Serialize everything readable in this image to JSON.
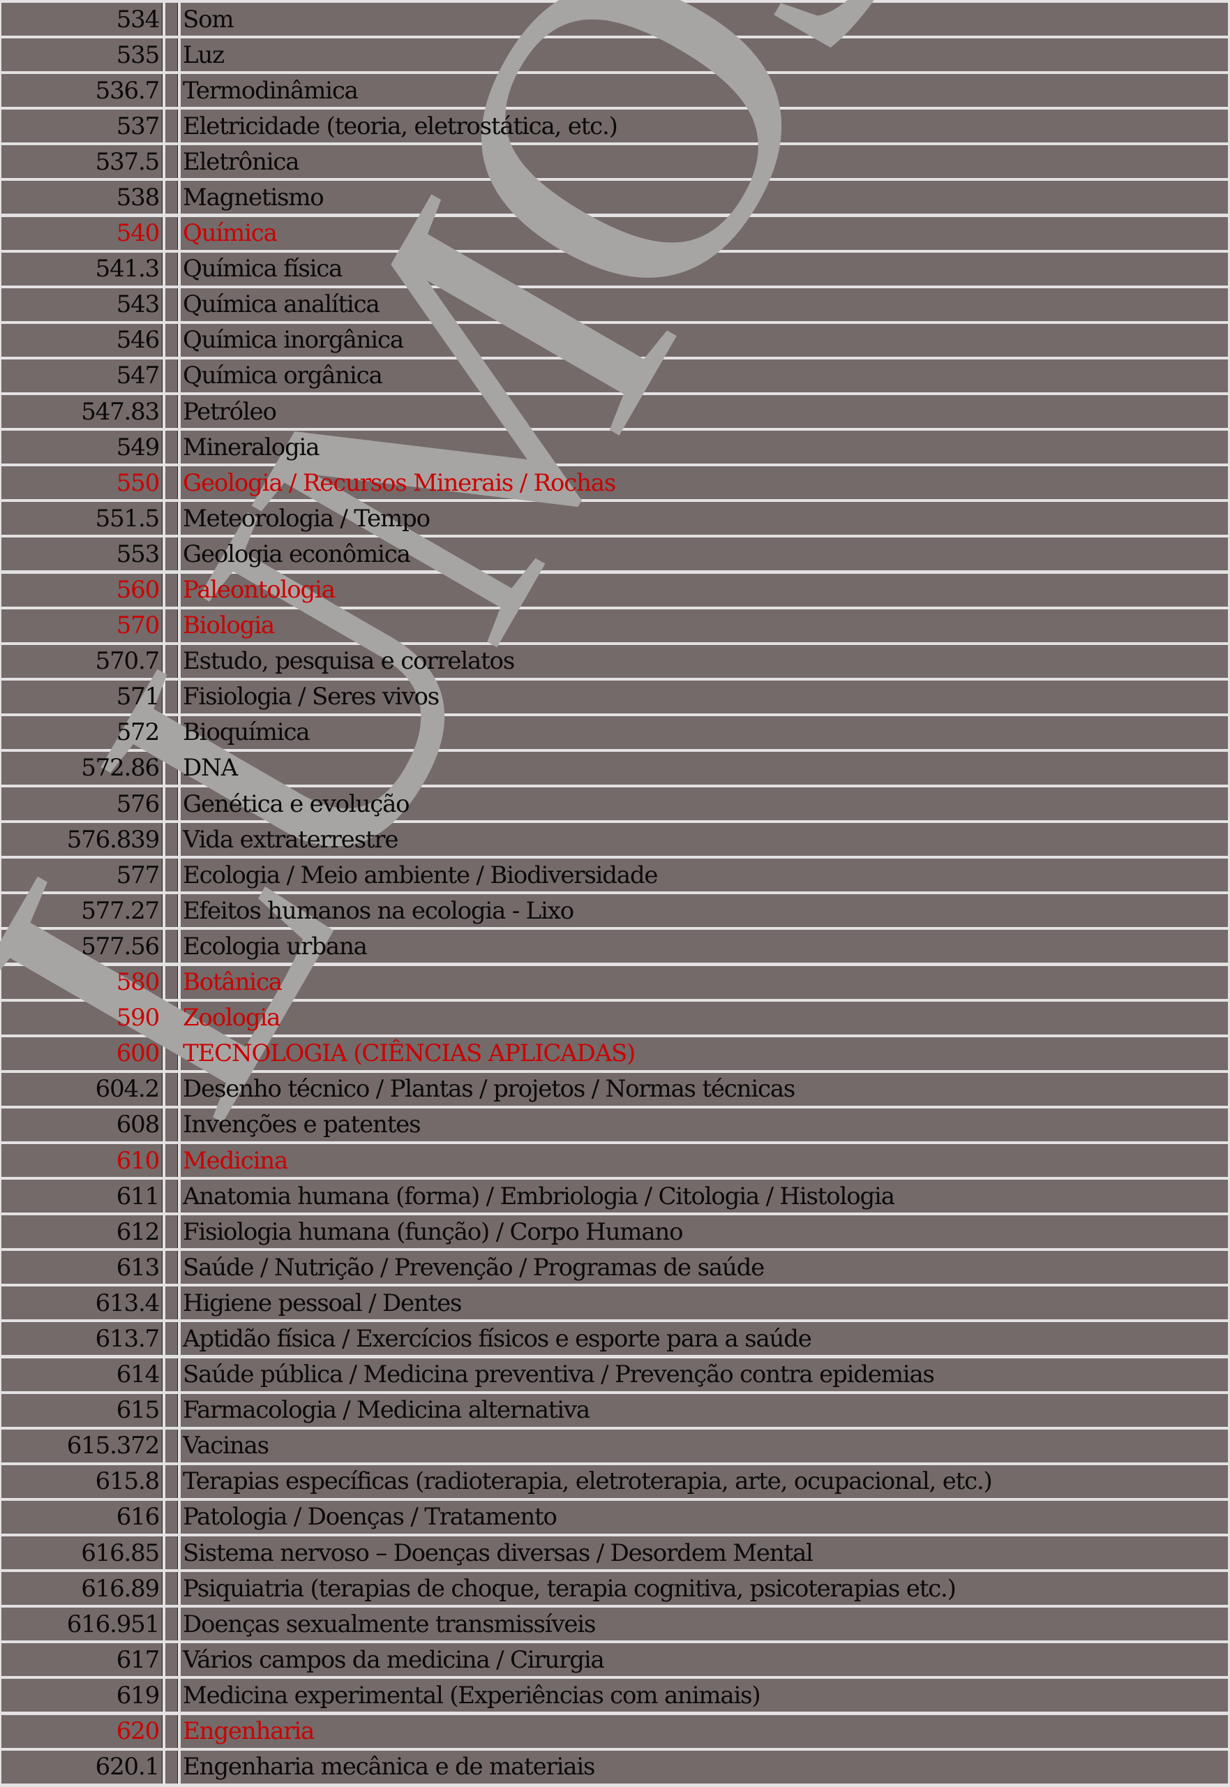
{
  "colors": {
    "cell_bg": "#736a69",
    "text": "#0b0909",
    "highlight": "#cc0000",
    "watermark": "#a7a5a3",
    "grid_line": "#e3e1e1"
  },
  "watermark": {
    "text": "LUMOS"
  },
  "rows": [
    {
      "code": "534",
      "label": "Som",
      "highlight": false
    },
    {
      "code": "535",
      "label": "Luz",
      "highlight": false
    },
    {
      "code": "536.7",
      "label": "Termodinâmica",
      "highlight": false
    },
    {
      "code": "537",
      "label": "Eletricidade (teoria, eletrostática, etc.)",
      "highlight": false
    },
    {
      "code": "537.5",
      "label": "Eletrônica",
      "highlight": false
    },
    {
      "code": "538",
      "label": "Magnetismo",
      "highlight": false
    },
    {
      "code": "540",
      "label": "Química",
      "highlight": true
    },
    {
      "code": "541.3",
      "label": "Química física",
      "highlight": false
    },
    {
      "code": "543",
      "label": "Química analítica",
      "highlight": false
    },
    {
      "code": "546",
      "label": "Química inorgânica",
      "highlight": false
    },
    {
      "code": "547",
      "label": "Química orgânica",
      "highlight": false
    },
    {
      "code": "547.83",
      "label": "Petróleo",
      "highlight": false
    },
    {
      "code": "549",
      "label": "Mineralogia",
      "highlight": false
    },
    {
      "code": "550",
      "label": "Geologia / Recursos Minerais / Rochas",
      "highlight": true
    },
    {
      "code": "551.5",
      "label": "Meteorologia / Tempo",
      "highlight": false
    },
    {
      "code": "553",
      "label": "Geologia econômica",
      "highlight": false
    },
    {
      "code": "560",
      "label": "Paleontologia",
      "highlight": true
    },
    {
      "code": "570",
      "label": "Biologia",
      "highlight": true
    },
    {
      "code": "570.7",
      "label": "Estudo, pesquisa e correlatos",
      "highlight": false
    },
    {
      "code": "571",
      "label": "Fisiologia / Seres vivos",
      "highlight": false
    },
    {
      "code": "572",
      "label": "Bioquímica",
      "highlight": false
    },
    {
      "code": "572.86",
      "label": "DNA",
      "highlight": false
    },
    {
      "code": "576",
      "label": "Genética e evolução",
      "highlight": false
    },
    {
      "code": "576.839",
      "label": "Vida extraterrestre",
      "highlight": false
    },
    {
      "code": "577",
      "label": "Ecologia / Meio ambiente / Biodiversidade",
      "highlight": false
    },
    {
      "code": "577.27",
      "label": "Efeitos humanos na ecologia - Lixo",
      "highlight": false
    },
    {
      "code": "577.56",
      "label": "Ecologia urbana",
      "highlight": false
    },
    {
      "code": "580",
      "label": "Botânica",
      "highlight": true
    },
    {
      "code": "590",
      "label": "Zoologia",
      "highlight": true
    },
    {
      "code": "600",
      "label": "TECNOLOGIA (CIÊNCIAS APLICADAS)",
      "highlight": true
    },
    {
      "code": "604.2",
      "label": "Desenho técnico / Plantas / projetos / Normas técnicas",
      "highlight": false
    },
    {
      "code": "608",
      "label": "Invenções e patentes",
      "highlight": false
    },
    {
      "code": "610",
      "label": "Medicina",
      "highlight": true
    },
    {
      "code": "611",
      "label": "Anatomia humana (forma) / Embriologia / Citologia / Histologia",
      "highlight": false
    },
    {
      "code": "612",
      "label": "Fisiologia humana (função) / Corpo Humano",
      "highlight": false
    },
    {
      "code": "613",
      "label": "Saúde / Nutrição / Prevenção  / Programas de saúde",
      "highlight": false
    },
    {
      "code": "613.4",
      "label": "Higiene pessoal  / Dentes",
      "highlight": false
    },
    {
      "code": "613.7",
      "label": "Aptidão física / Exercícios físicos e esporte para a saúde",
      "highlight": false
    },
    {
      "code": "614",
      "label": "Saúde pública / Medicina preventiva / Prevenção contra epidemias",
      "highlight": false
    },
    {
      "code": "615",
      "label": "Farmacologia / Medicina alternativa",
      "highlight": false
    },
    {
      "code": "615.372",
      "label": "Vacinas",
      "highlight": false
    },
    {
      "code": "615.8",
      "label": "Terapias específicas (radioterapia, eletroterapia, arte, ocupacional, etc.)",
      "highlight": false
    },
    {
      "code": "616",
      "label": "Patologia / Doenças / Tratamento",
      "highlight": false
    },
    {
      "code": "616.85",
      "label": "Sistema nervoso – Doenças diversas / Desordem Mental",
      "highlight": false
    },
    {
      "code": "616.89",
      "label": "Psiquiatria (terapias de choque, terapia cognitiva, psicoterapias etc.)",
      "highlight": false
    },
    {
      "code": "616.951",
      "label": "Doenças sexualmente transmissíveis",
      "highlight": false
    },
    {
      "code": "617",
      "label": "Vários campos da medicina / Cirurgia",
      "highlight": false
    },
    {
      "code": "619",
      "label": "Medicina experimental (Experiências com animais)",
      "highlight": false
    },
    {
      "code": "620",
      "label": "Engenharia",
      "highlight": true
    },
    {
      "code": "620.1",
      "label": "Engenharia mecânica e de materiais",
      "highlight": false
    }
  ]
}
